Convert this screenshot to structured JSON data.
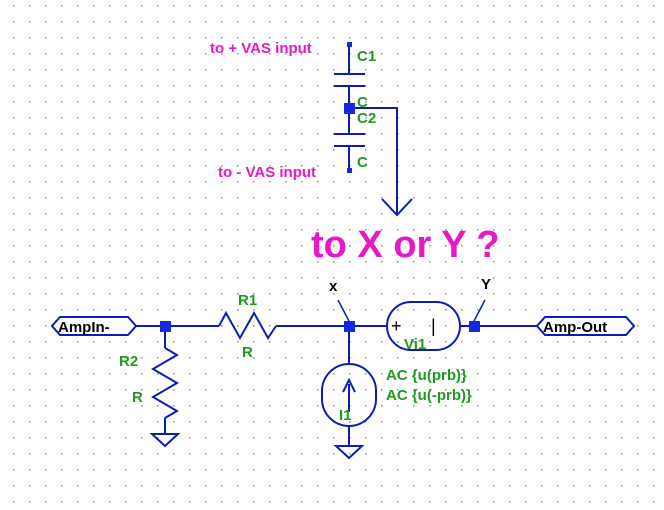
{
  "annotations": {
    "plus_vas": "to + VAS input",
    "minus_vas": "to - VAS input",
    "question": "to  X or Y ?"
  },
  "ports": {
    "input": "AmpIn-",
    "output": "Amp-Out"
  },
  "nodes": {
    "x": "x",
    "y": "Y"
  },
  "components": {
    "C1": {
      "ref": "C1",
      "value": "C"
    },
    "C2": {
      "ref": "C2",
      "value": "C"
    },
    "R1": {
      "ref": "R1",
      "value": "R"
    },
    "R2": {
      "ref": "R2",
      "value": "R"
    },
    "Vi1": {
      "ref": "Vi1",
      "plus": "+",
      "minus": "|"
    },
    "I1": {
      "ref": "I1",
      "spec1": "AC {u(prb)}",
      "spec2": "AC {u(-prb)}"
    }
  },
  "colors": {
    "wire": "#0a1eb4",
    "junction": "#1428e0",
    "label_green": "#1f9a1f",
    "annotation_magenta": "#e619c8",
    "grid_dot": "#9a9a9a"
  }
}
